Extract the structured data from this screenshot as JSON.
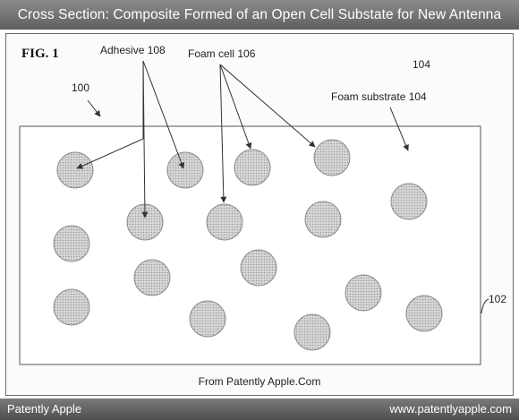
{
  "header": {
    "title": "Cross Section: Composite Formed of an Open Cell Substate for New Antenna Window"
  },
  "figure": {
    "fig_label": "FIG. 1",
    "labels": {
      "adhesive": "Adhesive 108",
      "foam_cell": "Foam cell 106",
      "ref_104_top": "104",
      "ref_100": "100",
      "foam_substrate": "Foam substrate 104",
      "ref_102": "102"
    },
    "source_note": "From Patently Apple.Com"
  },
  "footer": {
    "left": "Patently Apple",
    "right": "www.patentlyapple.com"
  },
  "colors": {
    "header_bg": "#6f6f6f",
    "cell_fill": "#cfcfcf",
    "cell_stroke": "#8a8a8a",
    "line": "#333333"
  }
}
